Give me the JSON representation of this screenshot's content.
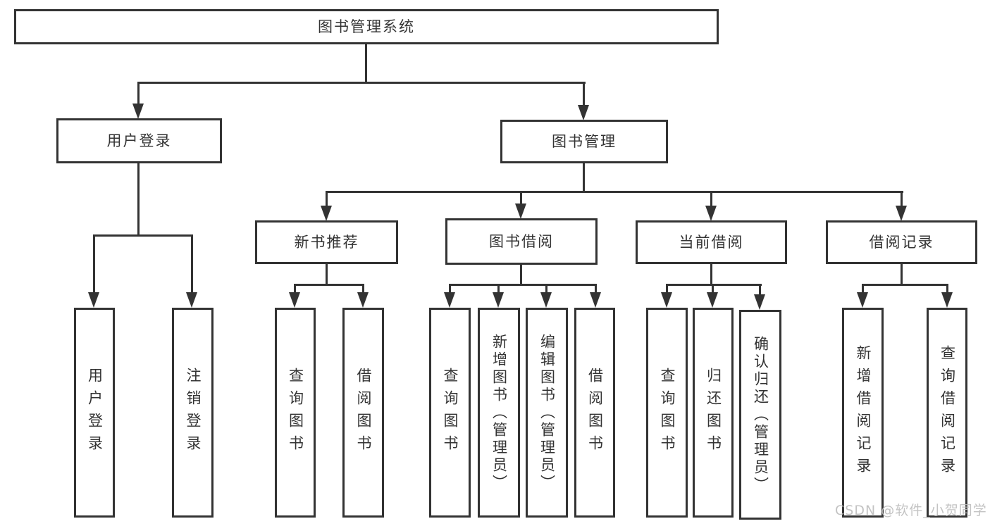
{
  "tree": {
    "root_label": "图书管理系统",
    "level2": [
      {
        "label": "用户登录"
      },
      {
        "label": "图书管理"
      }
    ],
    "level3": [
      {
        "label": "新书推荐"
      },
      {
        "label": "图书借阅"
      },
      {
        "label": "当前借阅"
      },
      {
        "label": "借阅记录"
      }
    ],
    "leaves": [
      {
        "label": "用户登录"
      },
      {
        "label": "注销登录"
      },
      {
        "label": "查询图书"
      },
      {
        "label": "借阅图书"
      },
      {
        "label": "查询图书"
      },
      {
        "label": "新增图书（管理员）"
      },
      {
        "label": "编辑图书（管理员）"
      },
      {
        "label": "借阅图书"
      },
      {
        "label": "查询图书"
      },
      {
        "label": "归还图书"
      },
      {
        "label": "确认归还（管理员）"
      },
      {
        "label": "新增借阅记录"
      },
      {
        "label": "查询借阅记录"
      }
    ]
  },
  "watermark": {
    "text": "CSDN @软件_小贺同学"
  },
  "colors": {
    "line": "#333333",
    "background": "#ffffff",
    "watermark": "#bdbdbd"
  }
}
